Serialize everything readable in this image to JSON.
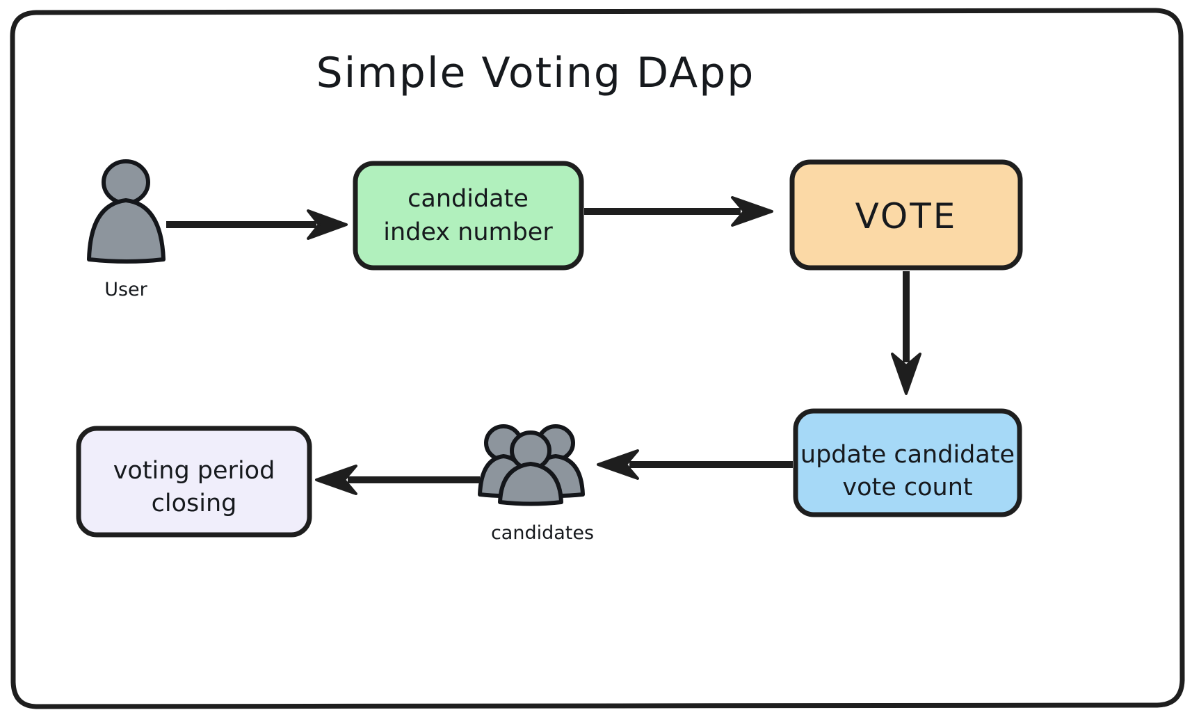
{
  "diagram": {
    "title": "Simple Voting DApp",
    "frame": {
      "name": "outer-frame"
    },
    "colors": {
      "stroke": "#1e1e1e",
      "background": "#ffffff",
      "green_fill": "#b1f0bd",
      "orange_fill": "#fbd9a6",
      "blue_fill": "#a6d9f7",
      "lavender_fill": "#f0eefb",
      "person_gray": "#8d959d",
      "text": "#16191d"
    },
    "nodes": [
      {
        "id": "user",
        "type": "icon",
        "icon": "person-icon",
        "label": "User"
      },
      {
        "id": "candidate-index",
        "type": "box",
        "fill": "#b1f0bd",
        "lines": [
          "candidate",
          "index number"
        ]
      },
      {
        "id": "vote",
        "type": "box",
        "fill": "#fbd9a6",
        "lines": [
          "VOTE"
        ]
      },
      {
        "id": "update-vote-count",
        "type": "box",
        "fill": "#a6d9f7",
        "lines": [
          "update candidate",
          "vote count"
        ]
      },
      {
        "id": "candidates",
        "type": "icon",
        "icon": "people-group-icon",
        "label": "candidates"
      },
      {
        "id": "voting-period-closing",
        "type": "box",
        "fill": "#f0eefb",
        "lines": [
          "voting period",
          "closing"
        ]
      }
    ],
    "edges": [
      {
        "id": "user-to-candidate-index",
        "from": "user",
        "to": "candidate-index",
        "direction": "right"
      },
      {
        "id": "candidate-index-to-vote",
        "from": "candidate-index",
        "to": "vote",
        "direction": "right"
      },
      {
        "id": "vote-to-update",
        "from": "vote",
        "to": "update-vote-count",
        "direction": "down"
      },
      {
        "id": "update-to-candidates",
        "from": "update-vote-count",
        "to": "candidates",
        "direction": "left"
      },
      {
        "id": "candidates-to-closing",
        "from": "candidates",
        "to": "voting-period-closing",
        "direction": "left"
      }
    ]
  }
}
